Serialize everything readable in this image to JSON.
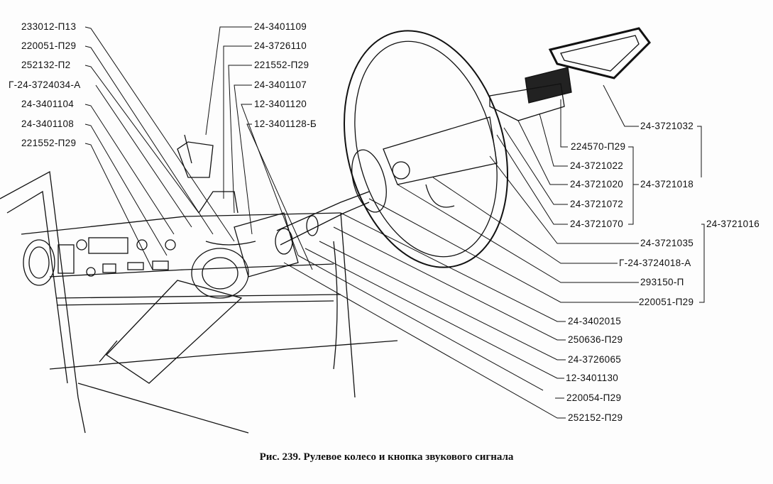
{
  "caption": "Рис. 239. Рулевое колесо и кнопка звукового сигнала",
  "labels_left": [
    "233012-П13",
    "220051-П29",
    "252132-П2",
    "Г-24-3724034-А",
    "24-3401104",
    "24-3401108",
    "221552-П29"
  ],
  "labels_top": [
    "24-3401109",
    "24-3726110",
    "221552-П29",
    "24-3401107",
    "12-3401120",
    "12-3401128-Б"
  ],
  "labels_right": [
    "24-3721032",
    "224570-П29",
    "24-3721022",
    "24-3721020",
    "24-3721018",
    "24-3721072",
    "24-3721070",
    "24-3721016",
    "24-3721035",
    "Г-24-3724018-А",
    "293150-П",
    "220051-П29",
    "24-3402015",
    "250636-П29",
    "24-3726065",
    "12-3401130",
    "220054-П29",
    "252152-П29"
  ]
}
